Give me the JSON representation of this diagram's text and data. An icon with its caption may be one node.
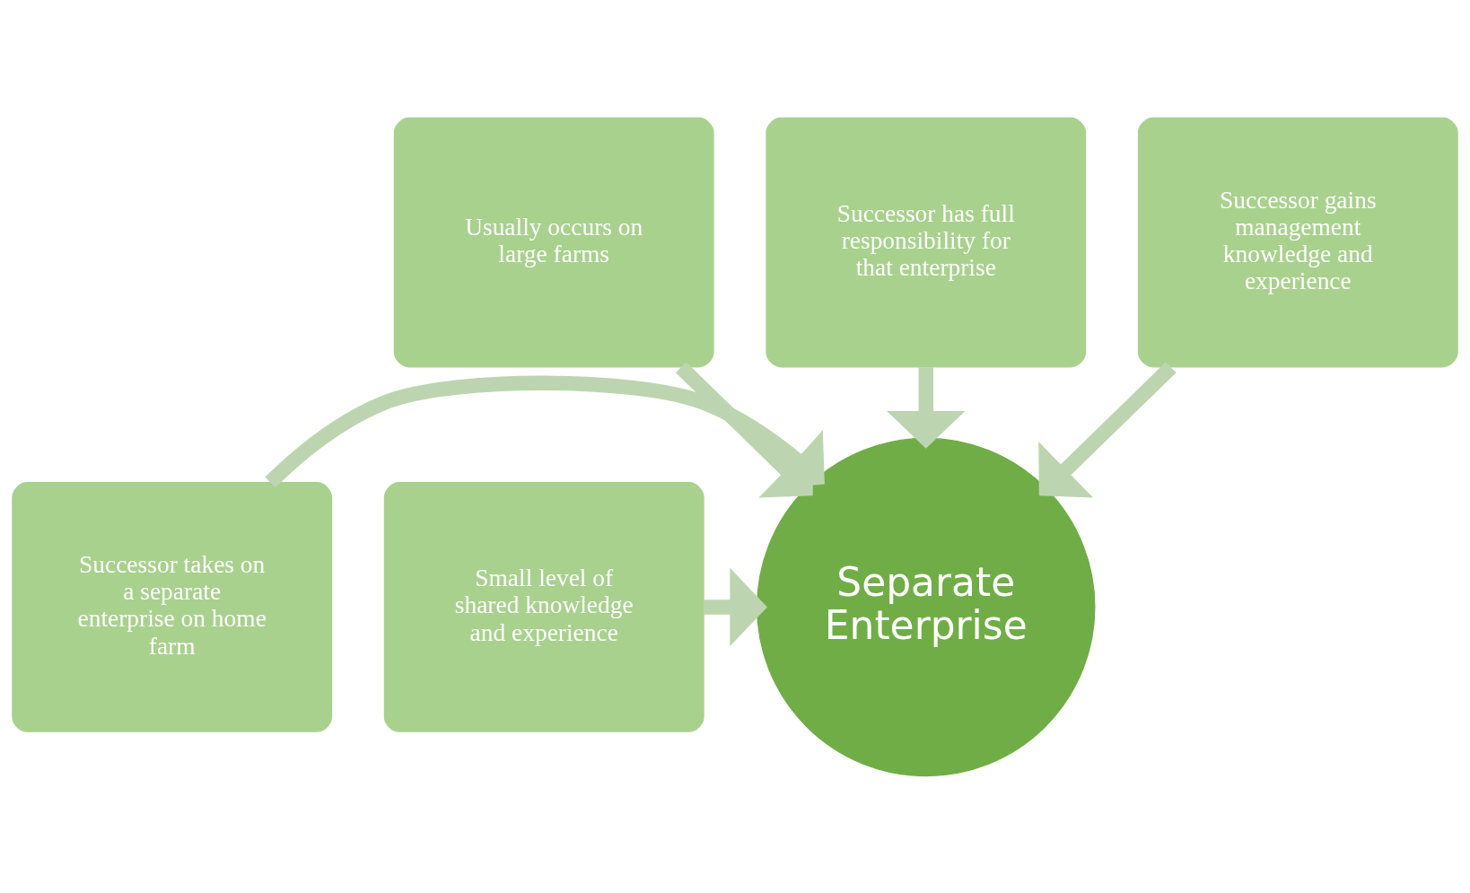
{
  "diagram": {
    "nodes": [
      {
        "text": [
          "Successor has full responsibility for that enterprise"
        ]
      },
      {
        "text": [
          "Usually occurs on large farms"
        ]
      },
      {
        "text": [
          "Successor gains management knowledge and experience"
        ]
      },
      {
        "text": [
          "Successor takes on a separate enterprise on home farm"
        ]
      },
      {
        "text": [
          "Separate Enterprise"
        ]
      },
      {
        "text": [
          "Small level of shared knowledge and experience"
        ]
      }
    ],
    "edges": [
      {
        "from": 0,
        "to": 4,
        "arrow": "to"
      },
      {
        "from": 1,
        "to": 4,
        "arrow": "to"
      },
      {
        "from": 2,
        "to": 4,
        "arrow": "to"
      },
      {
        "from": 3,
        "to": 4,
        "arrow": "to"
      },
      {
        "from": 5,
        "to": 4,
        "arrow": "to"
      }
    ]
  }
}
